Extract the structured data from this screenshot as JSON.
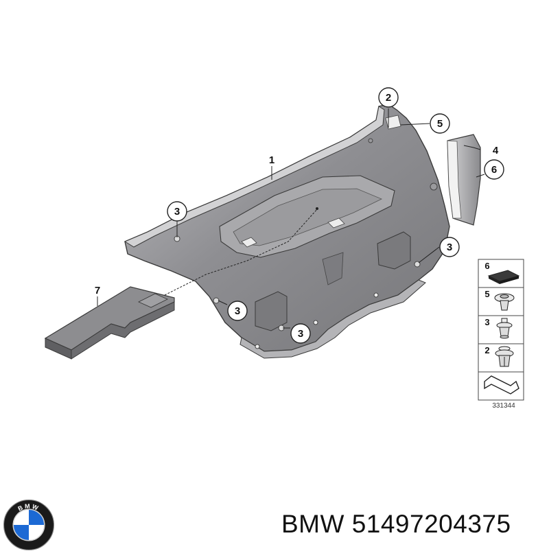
{
  "diagram": {
    "callouts": [
      {
        "id": "c1",
        "label": "1"
      },
      {
        "id": "c2",
        "label": "2"
      },
      {
        "id": "c3a",
        "label": "3"
      },
      {
        "id": "c3b",
        "label": "3"
      },
      {
        "id": "c3c",
        "label": "3"
      },
      {
        "id": "c3d",
        "label": "3"
      },
      {
        "id": "c4",
        "label": "4"
      },
      {
        "id": "c5",
        "label": "5"
      },
      {
        "id": "c6",
        "label": "6"
      },
      {
        "id": "c7",
        "label": "7"
      }
    ],
    "legend": {
      "rows": [
        {
          "label": "6",
          "icon": "foam-pad-icon"
        },
        {
          "label": "5",
          "icon": "expanding-rivet-icon"
        },
        {
          "label": "3",
          "icon": "push-clip-icon"
        },
        {
          "label": "2",
          "icon": "expanding-nut-icon"
        },
        {
          "label": "",
          "icon": "trunk-lid-symbol-icon"
        }
      ],
      "reference_code": "331344"
    }
  },
  "caption": {
    "brand": "BMW",
    "part_number": "51497204375",
    "full": "BMW 51497204375"
  },
  "logo": {
    "letters": "BMW",
    "colors": {
      "ring": "#1a1a1a",
      "blue": "#1c69d4",
      "white": "#ffffff"
    }
  },
  "colors": {
    "panel_fill": "#8f8f92",
    "panel_light": "#b9b9bc",
    "panel_dark": "#6d6d70",
    "outline": "#3a3a3a"
  }
}
